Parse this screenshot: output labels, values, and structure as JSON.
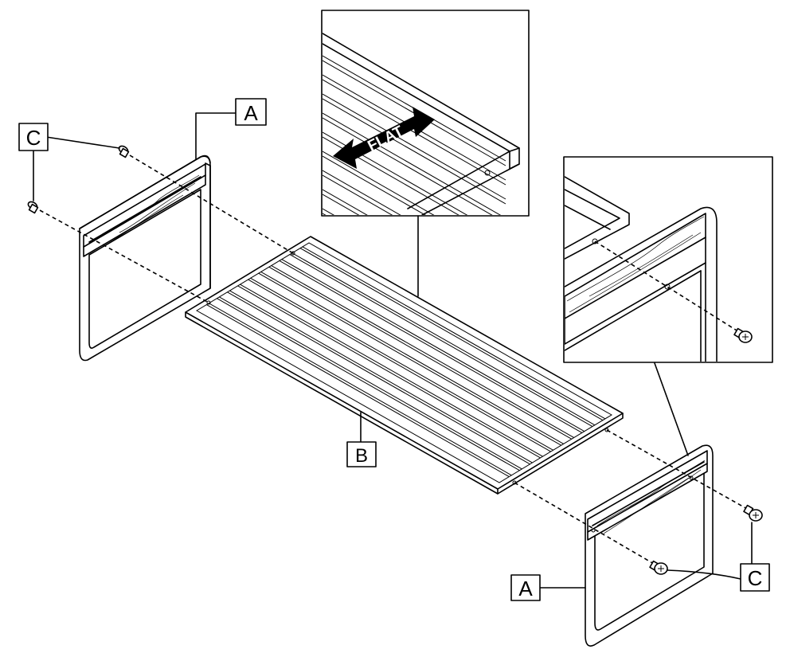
{
  "labels": {
    "panel_a_top": "A",
    "panel_a_bottom": "A",
    "frame_b": "B",
    "screw_c_left": "C",
    "screw_c_right": "C"
  },
  "detail_inset": {
    "orientation_text": "FLAT"
  },
  "colors": {
    "ink": "#000000",
    "paper": "#ffffff"
  }
}
